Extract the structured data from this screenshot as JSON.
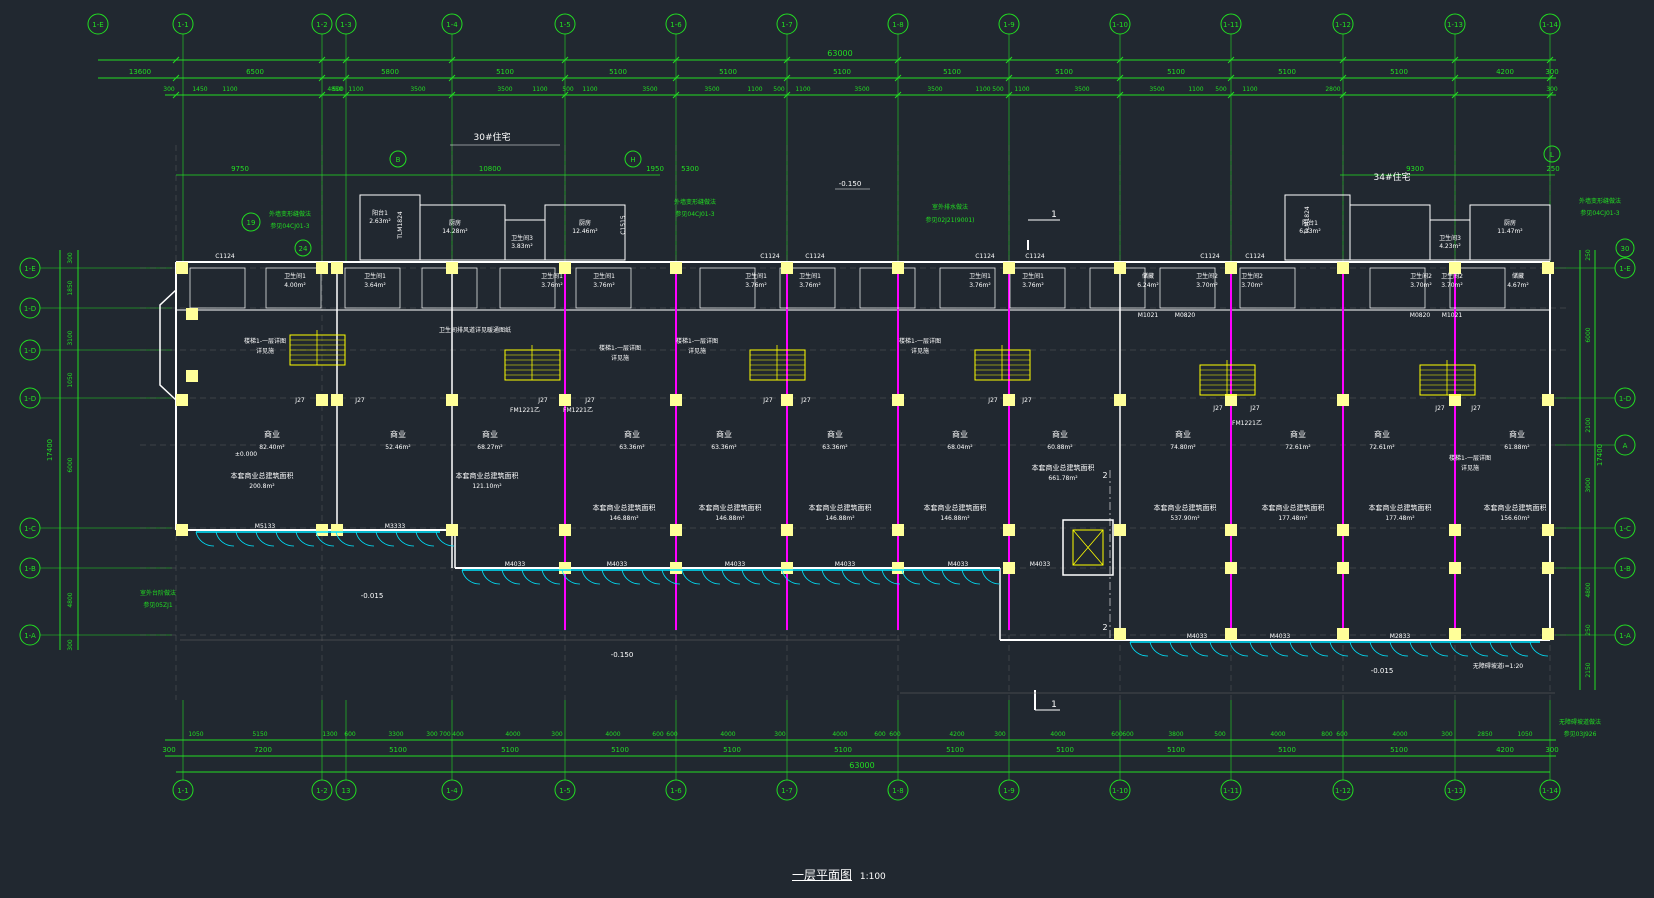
{
  "colors": {
    "background": "#212830",
    "dimension": "#22dd22",
    "wall": "#ffffff",
    "column": "#ffff99",
    "door": "#00e5ff",
    "partition": "#ff00ff",
    "stair": "#ffff00",
    "text": "#ffffff",
    "blue": "#3a5cff",
    "grid": "#6a6a6a"
  },
  "title": {
    "name": "一层平面图",
    "scale": "1:100"
  },
  "axes_top": [
    "1-1",
    "1-2",
    "1-3",
    "1-4",
    "1-5",
    "1-6",
    "1-7",
    "1-8",
    "1-9",
    "1-10",
    "1-11",
    "1-12",
    "1-13",
    "1-14"
  ],
  "axes_bottom": [
    "1-1",
    "1-2",
    "13",
    "1-4",
    "1-5",
    "1-6",
    "1-7",
    "1-8",
    "1-9",
    "1-10",
    "1-11",
    "1-12",
    "1-13",
    "1-14"
  ],
  "axes_left": [
    "1-E",
    "1-D",
    "1-D",
    "1-D",
    "1-C",
    "1-B",
    "1-A"
  ],
  "axes_right": [
    "1-E",
    "1-D",
    "A",
    "1-C",
    "1-B",
    "1-A"
  ],
  "axis_marks": {
    "B": "B",
    "H": "H",
    "L": "L",
    "n30": "30",
    "n24": "24",
    "n19": "19"
  },
  "dims": {
    "top_total": "63000",
    "top_row1": [
      "13600",
      "6500",
      "5800",
      "5100",
      "5100",
      "5100",
      "5100",
      "5100",
      "5100",
      "5100",
      "5100",
      "5100",
      "4200",
      "300"
    ],
    "top_row2": [
      "300",
      "1450",
      "1100",
      "4850",
      "500",
      "1100",
      "3500",
      "3500",
      "1100",
      "500",
      "1100",
      "3500",
      "3500",
      "1100",
      "500",
      "1100",
      "3500",
      "3500",
      "1100",
      "500",
      "1100",
      "3500",
      "3500",
      "1100",
      "500",
      "1100",
      "2800",
      "300"
    ],
    "bottom_row1": [
      "1050",
      "5150",
      "1300",
      "600",
      "3300",
      "300",
      "700",
      "400",
      "4000",
      "300",
      "4000",
      "600",
      "600",
      "4000",
      "300",
      "4000",
      "600",
      "600",
      "4200",
      "300",
      "4000",
      "600",
      "600",
      "3800",
      "500",
      "4000",
      "800",
      "600",
      "4000",
      "300",
      "2850",
      "1050"
    ],
    "bottom_row2": [
      "300",
      "7200",
      "5100",
      "5100",
      "5100",
      "5100",
      "5100",
      "5100",
      "5100",
      "5100",
      "5100",
      "5100",
      "4200",
      "300"
    ],
    "bottom_total": "63000",
    "left_outer": "17400",
    "left_parts": [
      "300",
      "1850",
      "3100",
      "1050",
      "6000",
      "4800",
      "300"
    ],
    "right_outer": "17400",
    "right_parts": [
      "250",
      "6000",
      "2100",
      "3900",
      "4800",
      "250",
      "2150"
    ],
    "upper": [
      "9750",
      "10800",
      "1950",
      "5300",
      "9300",
      "250"
    ]
  },
  "labels": {
    "zone_30": "30#住宅",
    "zone_34": "34#住宅",
    "elev_top": "-0.150",
    "elev_left": "-0.015",
    "elev_bottom": "-0.150",
    "elev_bottom_right": "-0.015",
    "elev_zero": "±0.000",
    "section_mark": "1",
    "section_mark_mid": "2",
    "note_left1": "外墙变形缝做法",
    "note_left2": "参见04CJ01-3",
    "note_right1": "外墙变形缝做法",
    "note_right2": "参见04CJ01-3",
    "note_mid1": "室外排水做法",
    "note_mid2": "参见02J21(9001)",
    "note_mid3": "外墙变形缝做法",
    "note_mid4": "参见04CJ01-3",
    "note_bl1": "室外台阶做法",
    "note_bl2": "参见05ZJ1",
    "note_br1": "无障碍坡道做法",
    "note_br2": "参见03J926",
    "note_ramp": "无障碍坡道i=1:20",
    "vent_note": "卫生间排风道详见暖通图纸",
    "stair_hint": "楼梯1-一层详图",
    "stair_sub": "详见施"
  },
  "rooms": [
    {
      "name": "商业",
      "area": "82.40m²"
    },
    {
      "name": "商业",
      "area": "52.46m²"
    },
    {
      "name": "商业",
      "area": "68.27m²"
    },
    {
      "name": "商业",
      "area": "63.36m²"
    },
    {
      "name": "商业",
      "area": "63.36m²"
    },
    {
      "name": "商业",
      "area": "63.36m²"
    },
    {
      "name": "商业",
      "area": "68.04m²"
    },
    {
      "name": "商业",
      "area": "60.88m²"
    },
    {
      "name": "商业",
      "area": "74.80m²"
    },
    {
      "name": "商业",
      "area": "72.61m²"
    },
    {
      "name": "商业",
      "area": "72.61m²"
    },
    {
      "name": "商业",
      "area": "61.88m²"
    }
  ],
  "totals": [
    {
      "label": "本套商业总建筑面积",
      "area": "200.8m²"
    },
    {
      "label": "本套商业总建筑面积",
      "area": "121.10m²"
    },
    {
      "label": "本套商业总建筑面积",
      "area": "146.88m²"
    },
    {
      "label": "本套商业总建筑面积",
      "area": "146.88m²"
    },
    {
      "label": "本套商业总建筑面积",
      "area": "146.88m²"
    },
    {
      "label": "本套商业总建筑面积",
      "area": "146.88m²"
    },
    {
      "label": "本套商业总建筑面积",
      "area": "661.78m²"
    },
    {
      "label": "本套商业总建筑面积",
      "area": "537.90m²"
    },
    {
      "label": "本套商业总建筑面积",
      "area": "177.48m²"
    },
    {
      "label": "本套商业总建筑面积",
      "area": "177.48m²"
    },
    {
      "label": "本套商业总建筑面积",
      "area": "156.60m²"
    }
  ],
  "wc": [
    {
      "name": "卫生间1",
      "area": "4.00m²"
    },
    {
      "name": "卫生间1",
      "area": "3.64m²"
    },
    {
      "name": "卫生间1",
      "area": "3.76m²"
    },
    {
      "name": "卫生间1",
      "area": "3.76m²"
    },
    {
      "name": "卫生间1",
      "area": "3.76m²"
    },
    {
      "name": "卫生间1",
      "area": "3.76m²"
    },
    {
      "name": "卫生间1",
      "area": "3.76m²"
    },
    {
      "name": "卫生间1",
      "area": "3.76m²"
    },
    {
      "name": "储藏",
      "area": "6.24m²"
    },
    {
      "name": "卫生间2",
      "area": "3.70m²"
    },
    {
      "name": "卫生间2",
      "area": "3.70m²"
    },
    {
      "name": "卫生间2",
      "area": "3.70m²"
    },
    {
      "name": "卫生间2",
      "area": "3.70m²"
    },
    {
      "name": "储藏",
      "area": "4.67m²"
    }
  ],
  "upper_rooms": [
    {
      "name": "厨房",
      "area": "14.28m²"
    },
    {
      "name": "阳台1",
      "area": "2.63m²"
    },
    {
      "name": "卫生间3",
      "area": "3.83m²"
    },
    {
      "name": "厨房",
      "area": "12.46m²"
    },
    {
      "name": "阳台1",
      "area": "6.33m²"
    },
    {
      "name": "卫生间3",
      "area": "4.23m²"
    },
    {
      "name": "厨房",
      "area": "11.47m²"
    }
  ],
  "doors": {
    "front": [
      "M5133",
      "M3333",
      "M4033",
      "M4033",
      "M4033",
      "M4033",
      "M4033",
      "M4033",
      "M4033",
      "M4033",
      "M2833"
    ],
    "window": "C1124",
    "fm": "FM1221乙",
    "m1": "M0820",
    "m2": "M1021",
    "tlm": "TLM1824",
    "c15": "C1515",
    "j27": "J27"
  }
}
